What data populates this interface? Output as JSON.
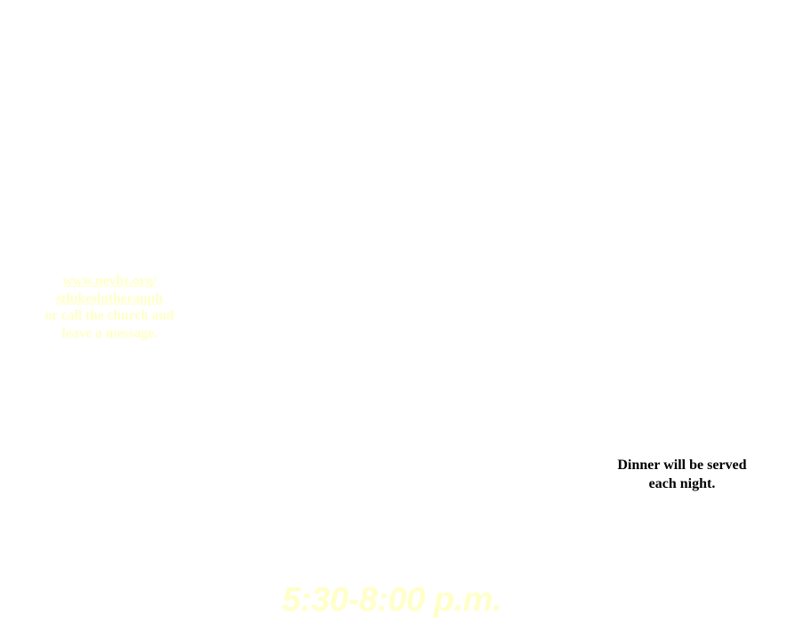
{
  "contact": {
    "link_line_1": "www.nevhs.org/",
    "link_line_2": "stlukeslutheranpb",
    "text_line_3": "or call the church and",
    "text_line_4": "leave a message."
  },
  "dinner": {
    "line_1": "Dinner will be served",
    "line_2": "each night."
  },
  "schedule": {
    "time": "5:30-8:00 p.m."
  },
  "colors": {
    "faint_text": "#ffffc8",
    "body_text": "#000000",
    "background": "#ffffff"
  }
}
